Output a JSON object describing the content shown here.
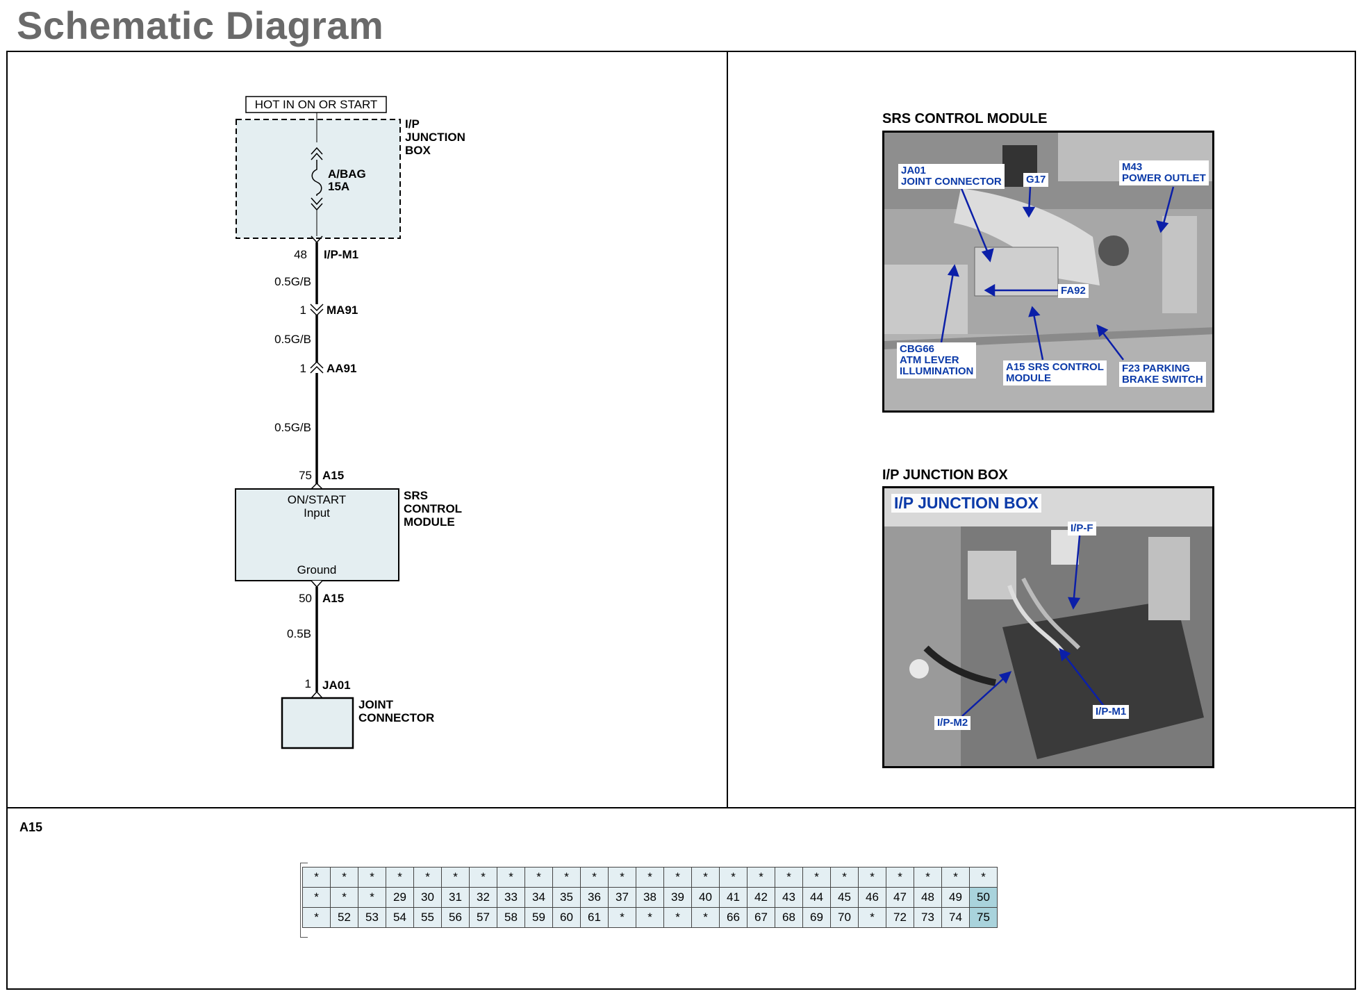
{
  "page": {
    "title": "Schematic Diagram"
  },
  "schematic": {
    "power_label": "HOT IN ON OR START",
    "junction_box_label": "I/P\nJUNCTION\nBOX",
    "fuse_name": "A/BAG",
    "fuse_rating": "15A",
    "conn_ipm1_pin": "48",
    "conn_ipm1_name": "I/P-M1",
    "wire1": "0.5G/B",
    "conn_ma91_pin": "1",
    "conn_ma91_name": "MA91",
    "wire2": "0.5G/B",
    "conn_aa91_pin": "1",
    "conn_aa91_name": "AA91",
    "wire3": "0.5G/B",
    "conn_a15_top_pin": "75",
    "conn_a15_top_name": "A15",
    "module_input_1": "ON/START",
    "module_input_2": "Input",
    "module_ground": "Ground",
    "module_label": "SRS\nCONTROL\nMODULE",
    "conn_a15_bot_pin": "50",
    "conn_a15_bot_name": "A15",
    "wire4": "0.5B",
    "conn_ja01_pin": "1",
    "conn_ja01_name": "JA01",
    "joint_label": "JOINT\nCONNECTOR"
  },
  "photo1": {
    "title": "SRS CONTROL MODULE",
    "callouts": {
      "ja01": "JA01\nJOINT CONNECTOR",
      "g17": "G17",
      "m43": "M43\nPOWER OUTLET",
      "fa92": "FA92",
      "cbg66": "CBG66\nATM LEVER\nILLUMINATION",
      "a15": "A15 SRS CONTROL\nMODULE",
      "f23": "F23 PARKING\nBRAKE SWITCH"
    }
  },
  "photo2": {
    "title": "I/P JUNCTION BOX",
    "header": "I/P JUNCTION BOX",
    "callouts": {
      "ipf": "I/P-F",
      "ipm2": "I/P-M2",
      "ipm1": "I/P-M1"
    }
  },
  "connector": {
    "name": "A15",
    "highlight_color": "#a9d3dc",
    "rows": [
      [
        "*",
        "*",
        "*",
        "*",
        "*",
        "*",
        "*",
        "*",
        "*",
        "*",
        "*",
        "*",
        "*",
        "*",
        "*",
        "*",
        "*",
        "*",
        "*",
        "*",
        "*",
        "*",
        "*",
        "*",
        "*"
      ],
      [
        "*",
        "*",
        "*",
        "29",
        "30",
        "31",
        "32",
        "33",
        "34",
        "35",
        "36",
        "37",
        "38",
        "39",
        "40",
        "41",
        "42",
        "43",
        "44",
        "45",
        "46",
        "47",
        "48",
        "49",
        "50"
      ],
      [
        "*",
        "52",
        "53",
        "54",
        "55",
        "56",
        "57",
        "58",
        "59",
        "60",
        "61",
        "*",
        "*",
        "*",
        "*",
        "66",
        "67",
        "68",
        "69",
        "70",
        "*",
        "72",
        "73",
        "74",
        "75"
      ]
    ],
    "highlighted": [
      "50",
      "75"
    ]
  }
}
